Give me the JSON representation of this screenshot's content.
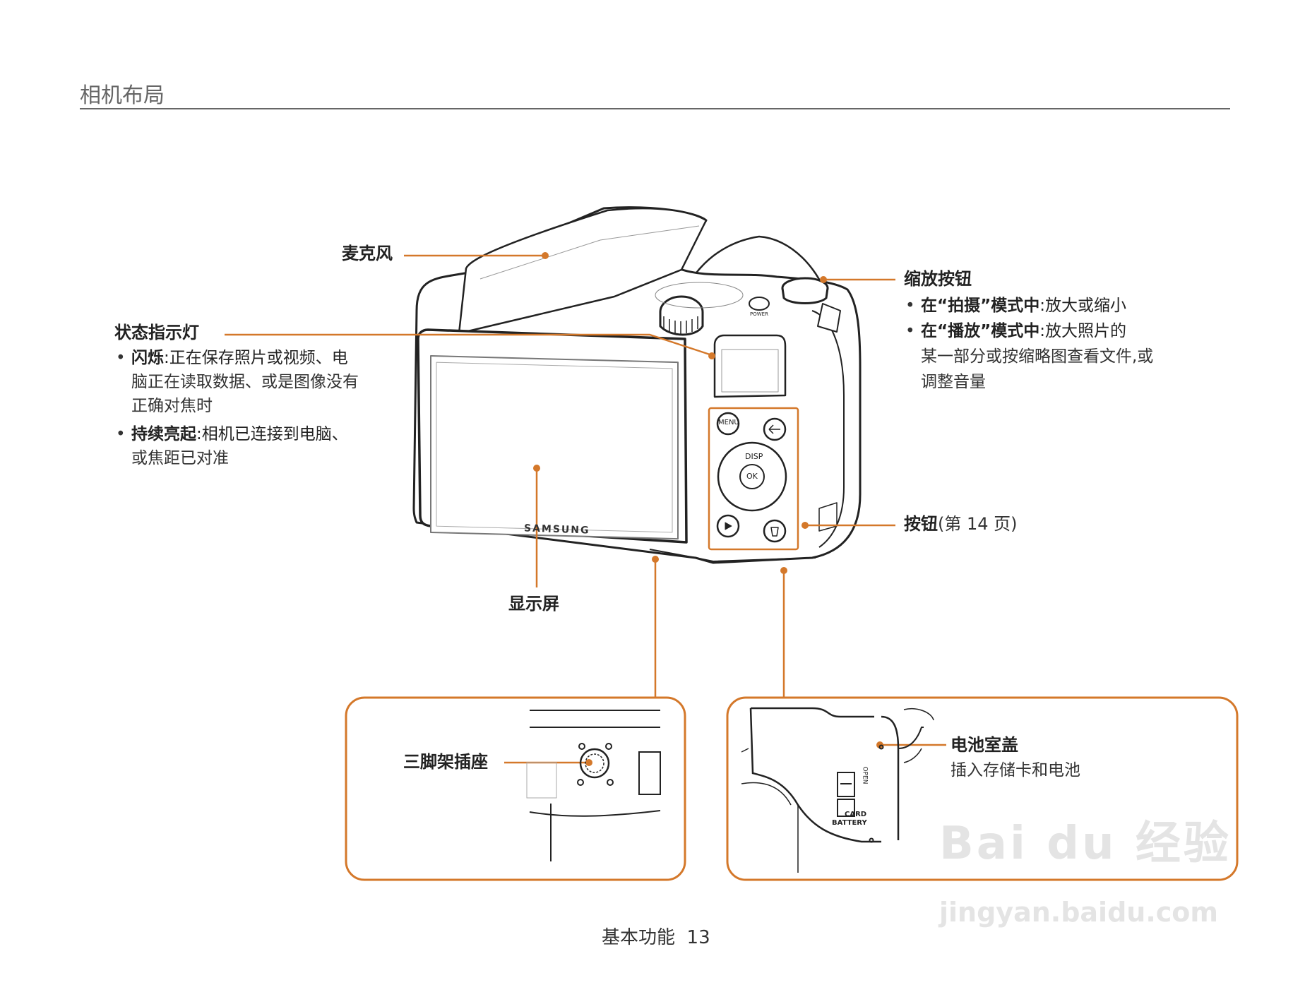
{
  "header": {
    "section_title": "相机布局"
  },
  "labels": {
    "microphone": "麦克风",
    "status_lamp": {
      "title": "状态指示灯",
      "items": [
        {
          "bold": "闪烁",
          "text": ":正在保存照片或视频、电",
          "cont": [
            "脑正在读取数据、或是图像没有",
            "正确对焦时"
          ]
        },
        {
          "bold": "持续亮起",
          "text": ":相机已连接到电脑、",
          "cont": [
            "或焦距已对准"
          ]
        }
      ]
    },
    "zoom_button": {
      "title": "缩放按钮",
      "items": [
        {
          "bold": "在“拍摄”模式中",
          "text": ":放大或缩小",
          "cont": []
        },
        {
          "bold": "在“播放”模式中",
          "text": ":放大照片的",
          "cont": [
            "某一部分或按缩略图查看文件,或",
            "调整音量"
          ]
        }
      ]
    },
    "buttons": {
      "bold": "按钮",
      "ref": "(第 14 页)"
    },
    "display": "显示屏",
    "tripod": "三脚架插座",
    "battery_cover": {
      "title": "电池室盖",
      "desc": "插入存储卡和电池"
    }
  },
  "camera": {
    "brand": "SAMSUNG",
    "button_labels": {
      "menu": "MENU",
      "disp": "DISP",
      "ok": "OK",
      "power": "POWER"
    },
    "cover_labels": {
      "open": "OPEN",
      "card": "CARD",
      "battery": "BATTERY"
    }
  },
  "footer": {
    "text": "基本功能",
    "page": "13"
  },
  "watermark": {
    "logo": "Bai du 经验",
    "url": "jingyan.baidu.com"
  },
  "colors": {
    "accent": "#d4782a",
    "rule": "#333333",
    "line": "#222222"
  }
}
